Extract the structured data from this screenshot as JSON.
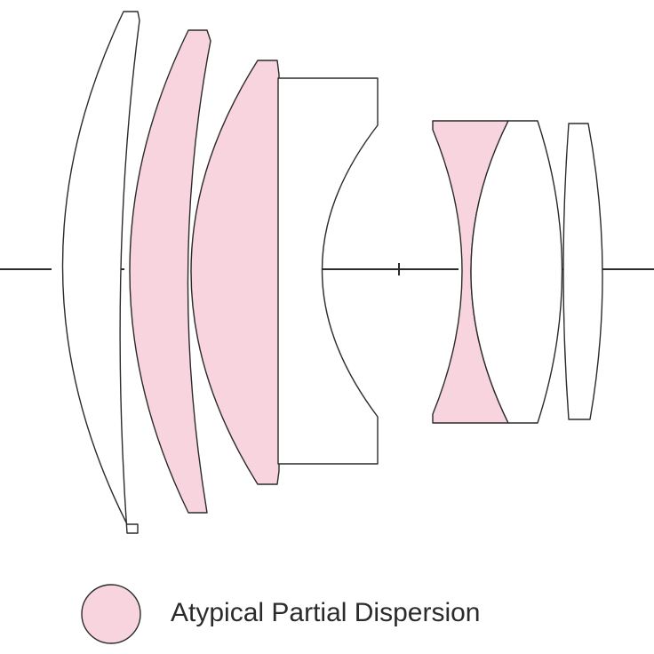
{
  "colors": {
    "apd": "#f8d4df",
    "normal": "#ffffff",
    "outline": "#2b2b2b"
  },
  "elements": [
    {
      "name": "lens-element-1",
      "glass": "normal"
    },
    {
      "name": "lens-element-2",
      "glass": "apd"
    },
    {
      "name": "lens-element-3",
      "glass": "apd"
    },
    {
      "name": "lens-element-4",
      "glass": "normal"
    },
    {
      "name": "lens-element-5",
      "glass": "apd"
    },
    {
      "name": "lens-element-6",
      "glass": "normal"
    },
    {
      "name": "lens-element-7",
      "glass": "normal"
    }
  ],
  "legend": {
    "label": "Atypical Partial Dispersion",
    "swatch": "apd"
  }
}
